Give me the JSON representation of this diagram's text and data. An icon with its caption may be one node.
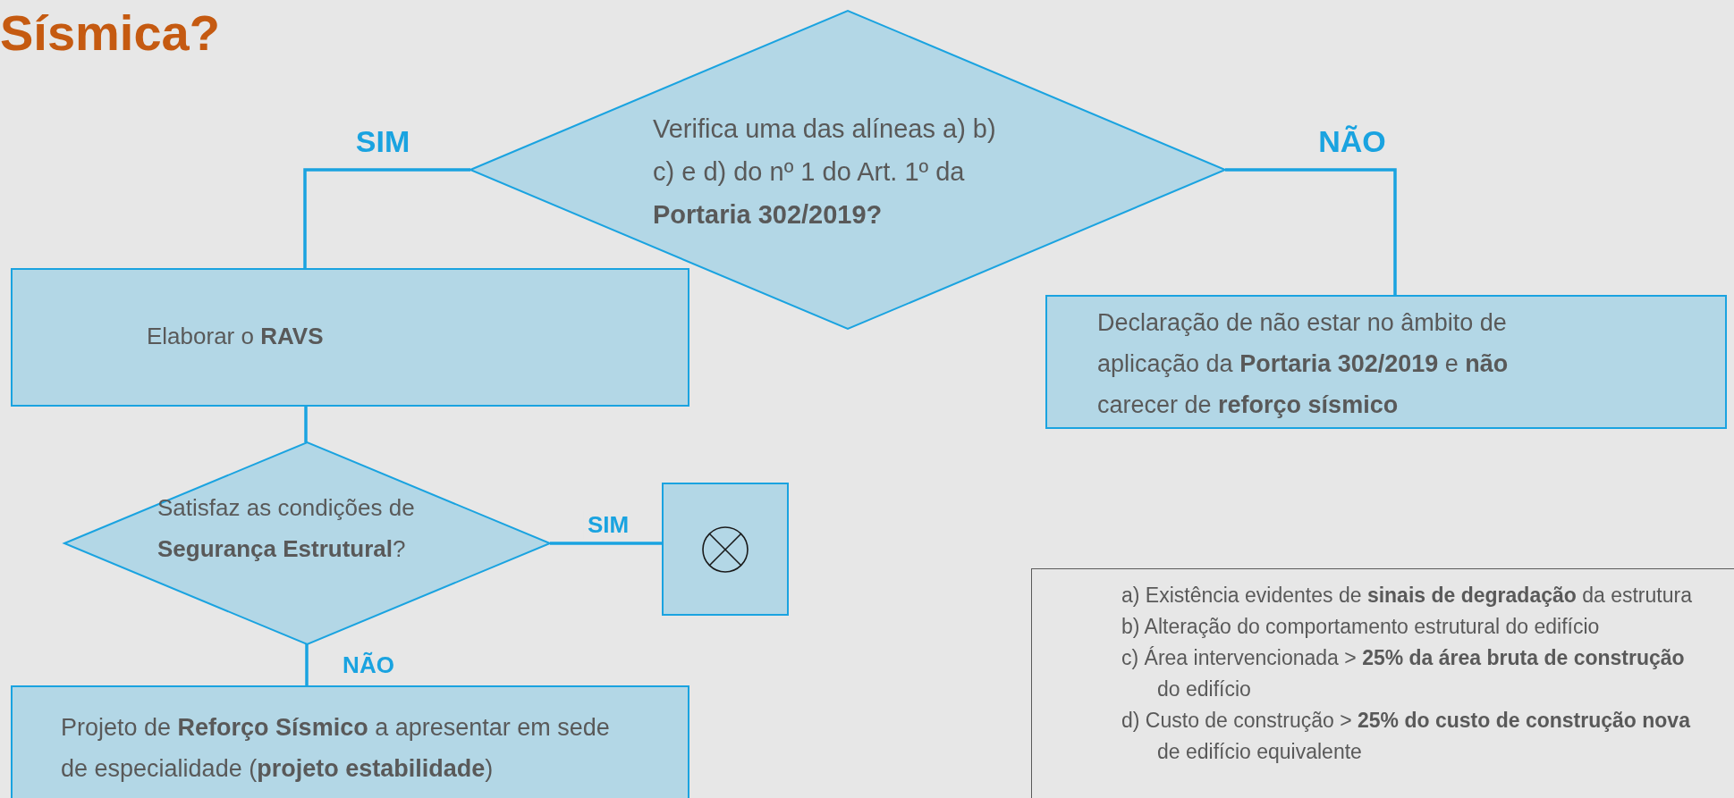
{
  "diagram": {
    "title": "Sísmica?",
    "nodes": [
      {
        "text": [
          "Verifica uma das alíneas a) b) c) e d) do nº 1 do Art. 1º da **Portaria 302/2019?**"
        ]
      },
      {
        "text": [
          "Elaborar o **RAVS**"
        ]
      },
      {
        "text": [
          "Declaração de não estar no âmbito de aplicação da **Portaria 302/2019** e **não** carecer de **reforço sísmico**"
        ]
      },
      {
        "text": [
          "Satisfaz as condições de **Segurança Estrutural**?"
        ]
      },
      {
        "text": [],
        "shape": "box"
      },
      {
        "text": [
          "Projeto de **Reforço Sísmico** a apresentar em sede de especialidade (**projeto estabilidade**)"
        ]
      },
      {
        "text": [
          "a) Existência evidentes de **sinais de degradação** da estrutura",
          "b) Alteração do comportamento estrutural do edifício",
          "c) Área intervencionada > **25% da área bruta de construção** do edifício",
          "d) Custo de construção > **25% do custo de construção nova** de edifício equivalente"
        ]
      }
    ],
    "edges": [
      {
        "from": 0,
        "to": 1,
        "arrow": "none",
        "label": "SIM"
      },
      {
        "from": 0,
        "to": 2,
        "arrow": "none",
        "label": "NÃO"
      },
      {
        "from": 1,
        "to": 3,
        "arrow": "none"
      },
      {
        "from": 3,
        "to": 4,
        "arrow": "none",
        "label": "SIM"
      },
      {
        "from": 3,
        "to": 5,
        "arrow": "none",
        "label": "NÃO"
      }
    ]
  }
}
